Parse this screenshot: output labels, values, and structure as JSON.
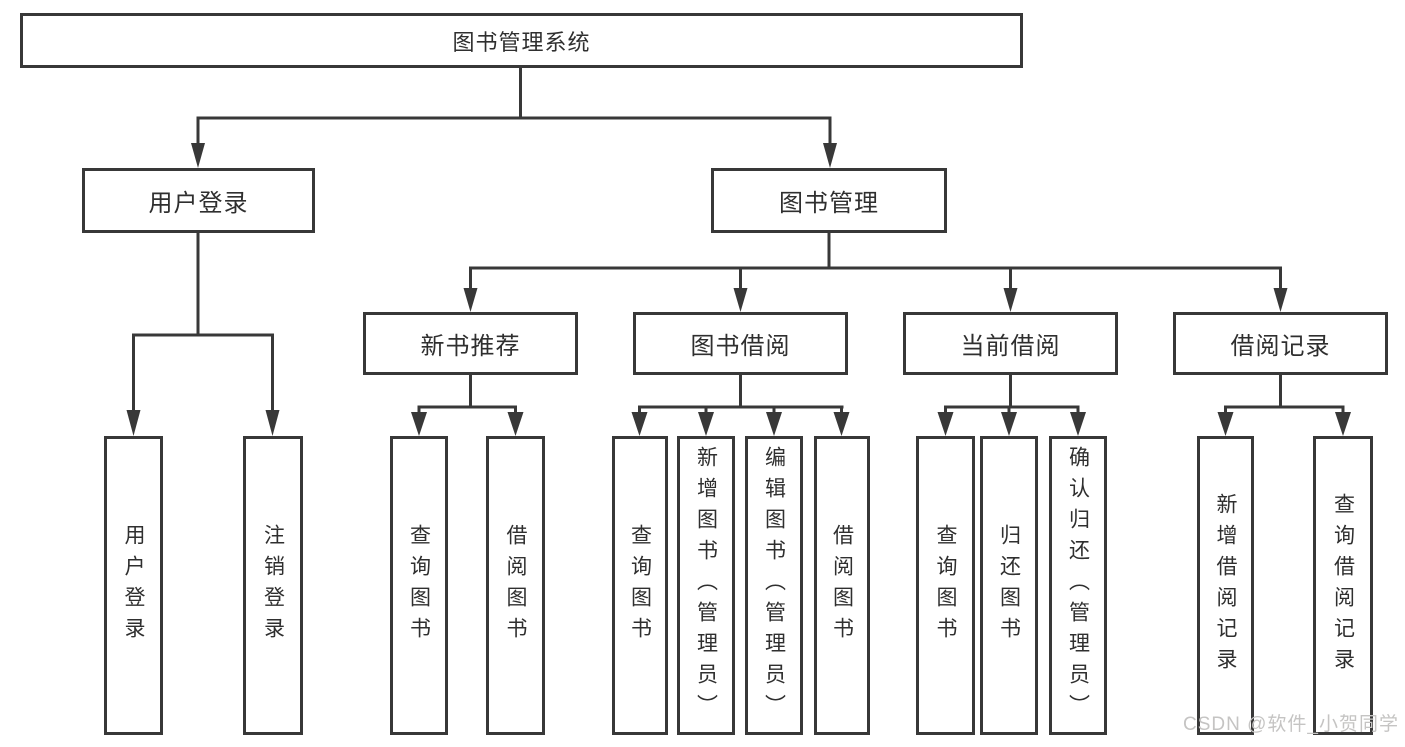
{
  "tree": {
    "root": {
      "label": "图书管理系统"
    },
    "branches": [
      {
        "label": "用户登录",
        "leaves": [
          "用户登录",
          "注销登录"
        ]
      },
      {
        "label": "图书管理",
        "groups": [
          {
            "label": "新书推荐",
            "leaves": [
              "查询图书",
              "借阅图书"
            ]
          },
          {
            "label": "图书借阅",
            "leaves": [
              "查询图书",
              "新增图书（管理员）",
              "编辑图书（管理员）",
              "借阅图书"
            ]
          },
          {
            "label": "当前借阅",
            "leaves": [
              "查询图书",
              "归还图书",
              "确认归还（管理员）"
            ]
          },
          {
            "label": "借阅记录",
            "leaves": [
              "新增借阅记录",
              "查询借阅记录"
            ]
          }
        ]
      }
    ]
  },
  "watermark": "CSDN @软件_小贺同学",
  "colors": {
    "line": "#383838",
    "text": "#2f2f2f",
    "watermark": "#c5c4c3",
    "background": "#ffffff"
  }
}
